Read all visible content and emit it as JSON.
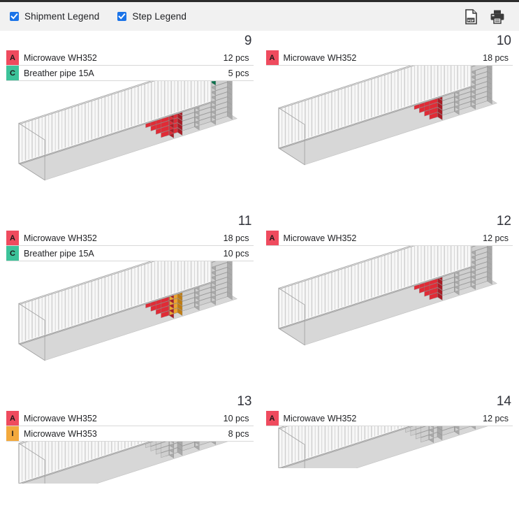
{
  "toolbar": {
    "shipment_legend_label": "Shipment Legend",
    "step_legend_label": "Step Legend",
    "pdf_icon": "pdf-icon",
    "print_icon": "printer-icon"
  },
  "units_label": "pcs",
  "badge_colors": {
    "A": "#ef4b5e",
    "C": "#3cc39a",
    "I": "#f3a93c"
  },
  "steps": [
    {
      "number": "9",
      "legend": [
        {
          "code": "A",
          "name": "Microwave WH352",
          "qty": "12 pcs"
        },
        {
          "code": "C",
          "name": "Breather pipe 15A",
          "qty": "5 pcs"
        }
      ],
      "scene": {
        "cargo": [
          "red",
          "green"
        ],
        "stack_width": "wide",
        "partial": false
      }
    },
    {
      "number": "10",
      "legend": [
        {
          "code": "A",
          "name": "Microwave WH352",
          "qty": "18 pcs"
        }
      ],
      "scene": {
        "cargo": [
          "red"
        ],
        "stack_width": "narrow",
        "partial": false
      }
    },
    {
      "number": "11",
      "legend": [
        {
          "code": "A",
          "name": "Microwave WH352",
          "qty": "18 pcs"
        },
        {
          "code": "C",
          "name": "Breather pipe 15A",
          "qty": "10 pcs"
        }
      ],
      "scene": {
        "cargo": [
          "red",
          "orange"
        ],
        "stack_width": "wide",
        "partial": false
      }
    },
    {
      "number": "12",
      "legend": [
        {
          "code": "A",
          "name": "Microwave WH352",
          "qty": "12 pcs"
        }
      ],
      "scene": {
        "cargo": [
          "red"
        ],
        "stack_width": "narrow",
        "partial": false
      }
    },
    {
      "number": "13",
      "legend": [
        {
          "code": "A",
          "name": "Microwave WH352",
          "qty": "10 pcs"
        },
        {
          "code": "I",
          "name": "Microwave WH353",
          "qty": "8 pcs"
        }
      ],
      "scene": {
        "cargo": [
          "grey"
        ],
        "stack_width": "wide",
        "partial": true
      }
    },
    {
      "number": "14",
      "legend": [
        {
          "code": "A",
          "name": "Microwave WH352",
          "qty": "12 pcs"
        }
      ],
      "scene": {
        "cargo": [
          "grey"
        ],
        "stack_width": "wide",
        "partial": true
      }
    }
  ]
}
